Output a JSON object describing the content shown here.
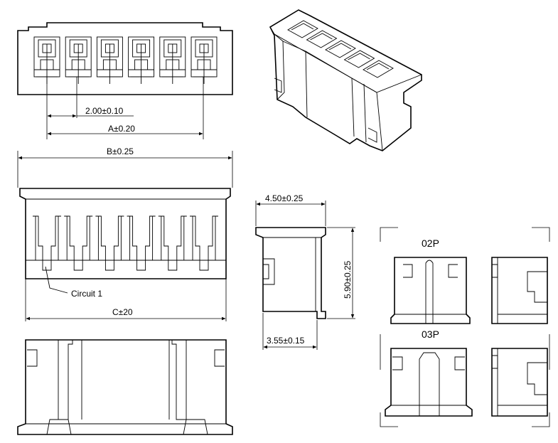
{
  "dimensions": {
    "pitch": "2.00±0.10",
    "a": "A±0.20",
    "b": "B±0.25",
    "c": "C±20",
    "width": "4.50±0.25",
    "height": "5.90±0.25",
    "depth": "3.55±0.15"
  },
  "callouts": {
    "circuit": "Circuit  1"
  },
  "variants": [
    "02P",
    "03P"
  ],
  "colors": {
    "ink": "#000000",
    "paper": "#ffffff"
  }
}
